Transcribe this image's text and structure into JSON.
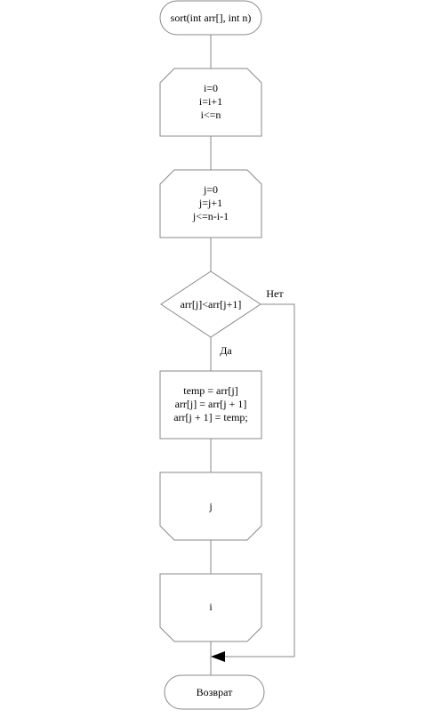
{
  "start": {
    "text": "sort(int arr[], int n)"
  },
  "loop_i": {
    "lines": [
      "i=0",
      "i=i+1",
      "i<=n"
    ]
  },
  "loop_j": {
    "lines": [
      "j=0",
      "j=j+1",
      "j<=n-i-1"
    ]
  },
  "condition": {
    "text": "arr[j]<arr[j+1]",
    "no_label": "Нет",
    "yes_label": "Да"
  },
  "swap": {
    "lines": [
      "temp = arr[j]",
      "arr[j] = arr[j + 1]",
      "arr[j + 1] = temp;"
    ]
  },
  "loop_j_end": {
    "text": "j"
  },
  "loop_i_end": {
    "text": "i"
  },
  "end": {
    "text": "Возврат"
  }
}
